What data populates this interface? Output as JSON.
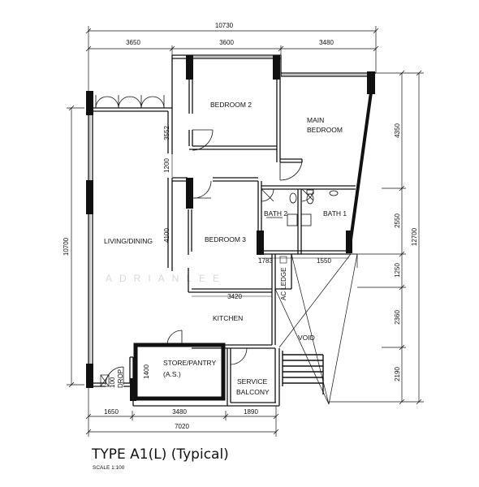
{
  "dimensions": {
    "overall_top": "10730",
    "top_segments": [
      "3650",
      "3600",
      "3480"
    ],
    "left_overall": "10700",
    "right_segments": [
      "4350",
      "2550",
      "1250",
      "2360",
      "2190"
    ],
    "right_overall": "12700",
    "bottom_segments": [
      "1650",
      "3480",
      "1890"
    ],
    "bottom_overall": "7020",
    "inner": {
      "bedroom2_height": "3552",
      "corridor": "1200",
      "bedroom3_height": "4100",
      "kitchen_width": "3420",
      "bath2_width": "1783",
      "bath1_width": "1550",
      "store_height": "1400"
    }
  },
  "rooms": {
    "bedroom2": "BEDROOM 2",
    "main_bedroom_line1": "MAIN",
    "main_bedroom_line2": "BEDROOM",
    "bath2": "BATH 2",
    "bath1": "BATH 1",
    "living_dining": "LIVING/DINING",
    "bedroom3": "BEDROOM 3",
    "kitchen": "KITCHEN",
    "store_line1": "STORE/PANTRY",
    "store_line2": "(A.S.)",
    "service_line1": "SERVICE",
    "service_line2": "BALCONY",
    "ac_ledge": "AC LEDGE",
    "void": "VOID",
    "drop": "DROP",
    "slab": "100"
  },
  "watermark": "ADRIANLEE",
  "title": "TYPE A1(L) (Typical)",
  "scale": "SCALE 1:100"
}
